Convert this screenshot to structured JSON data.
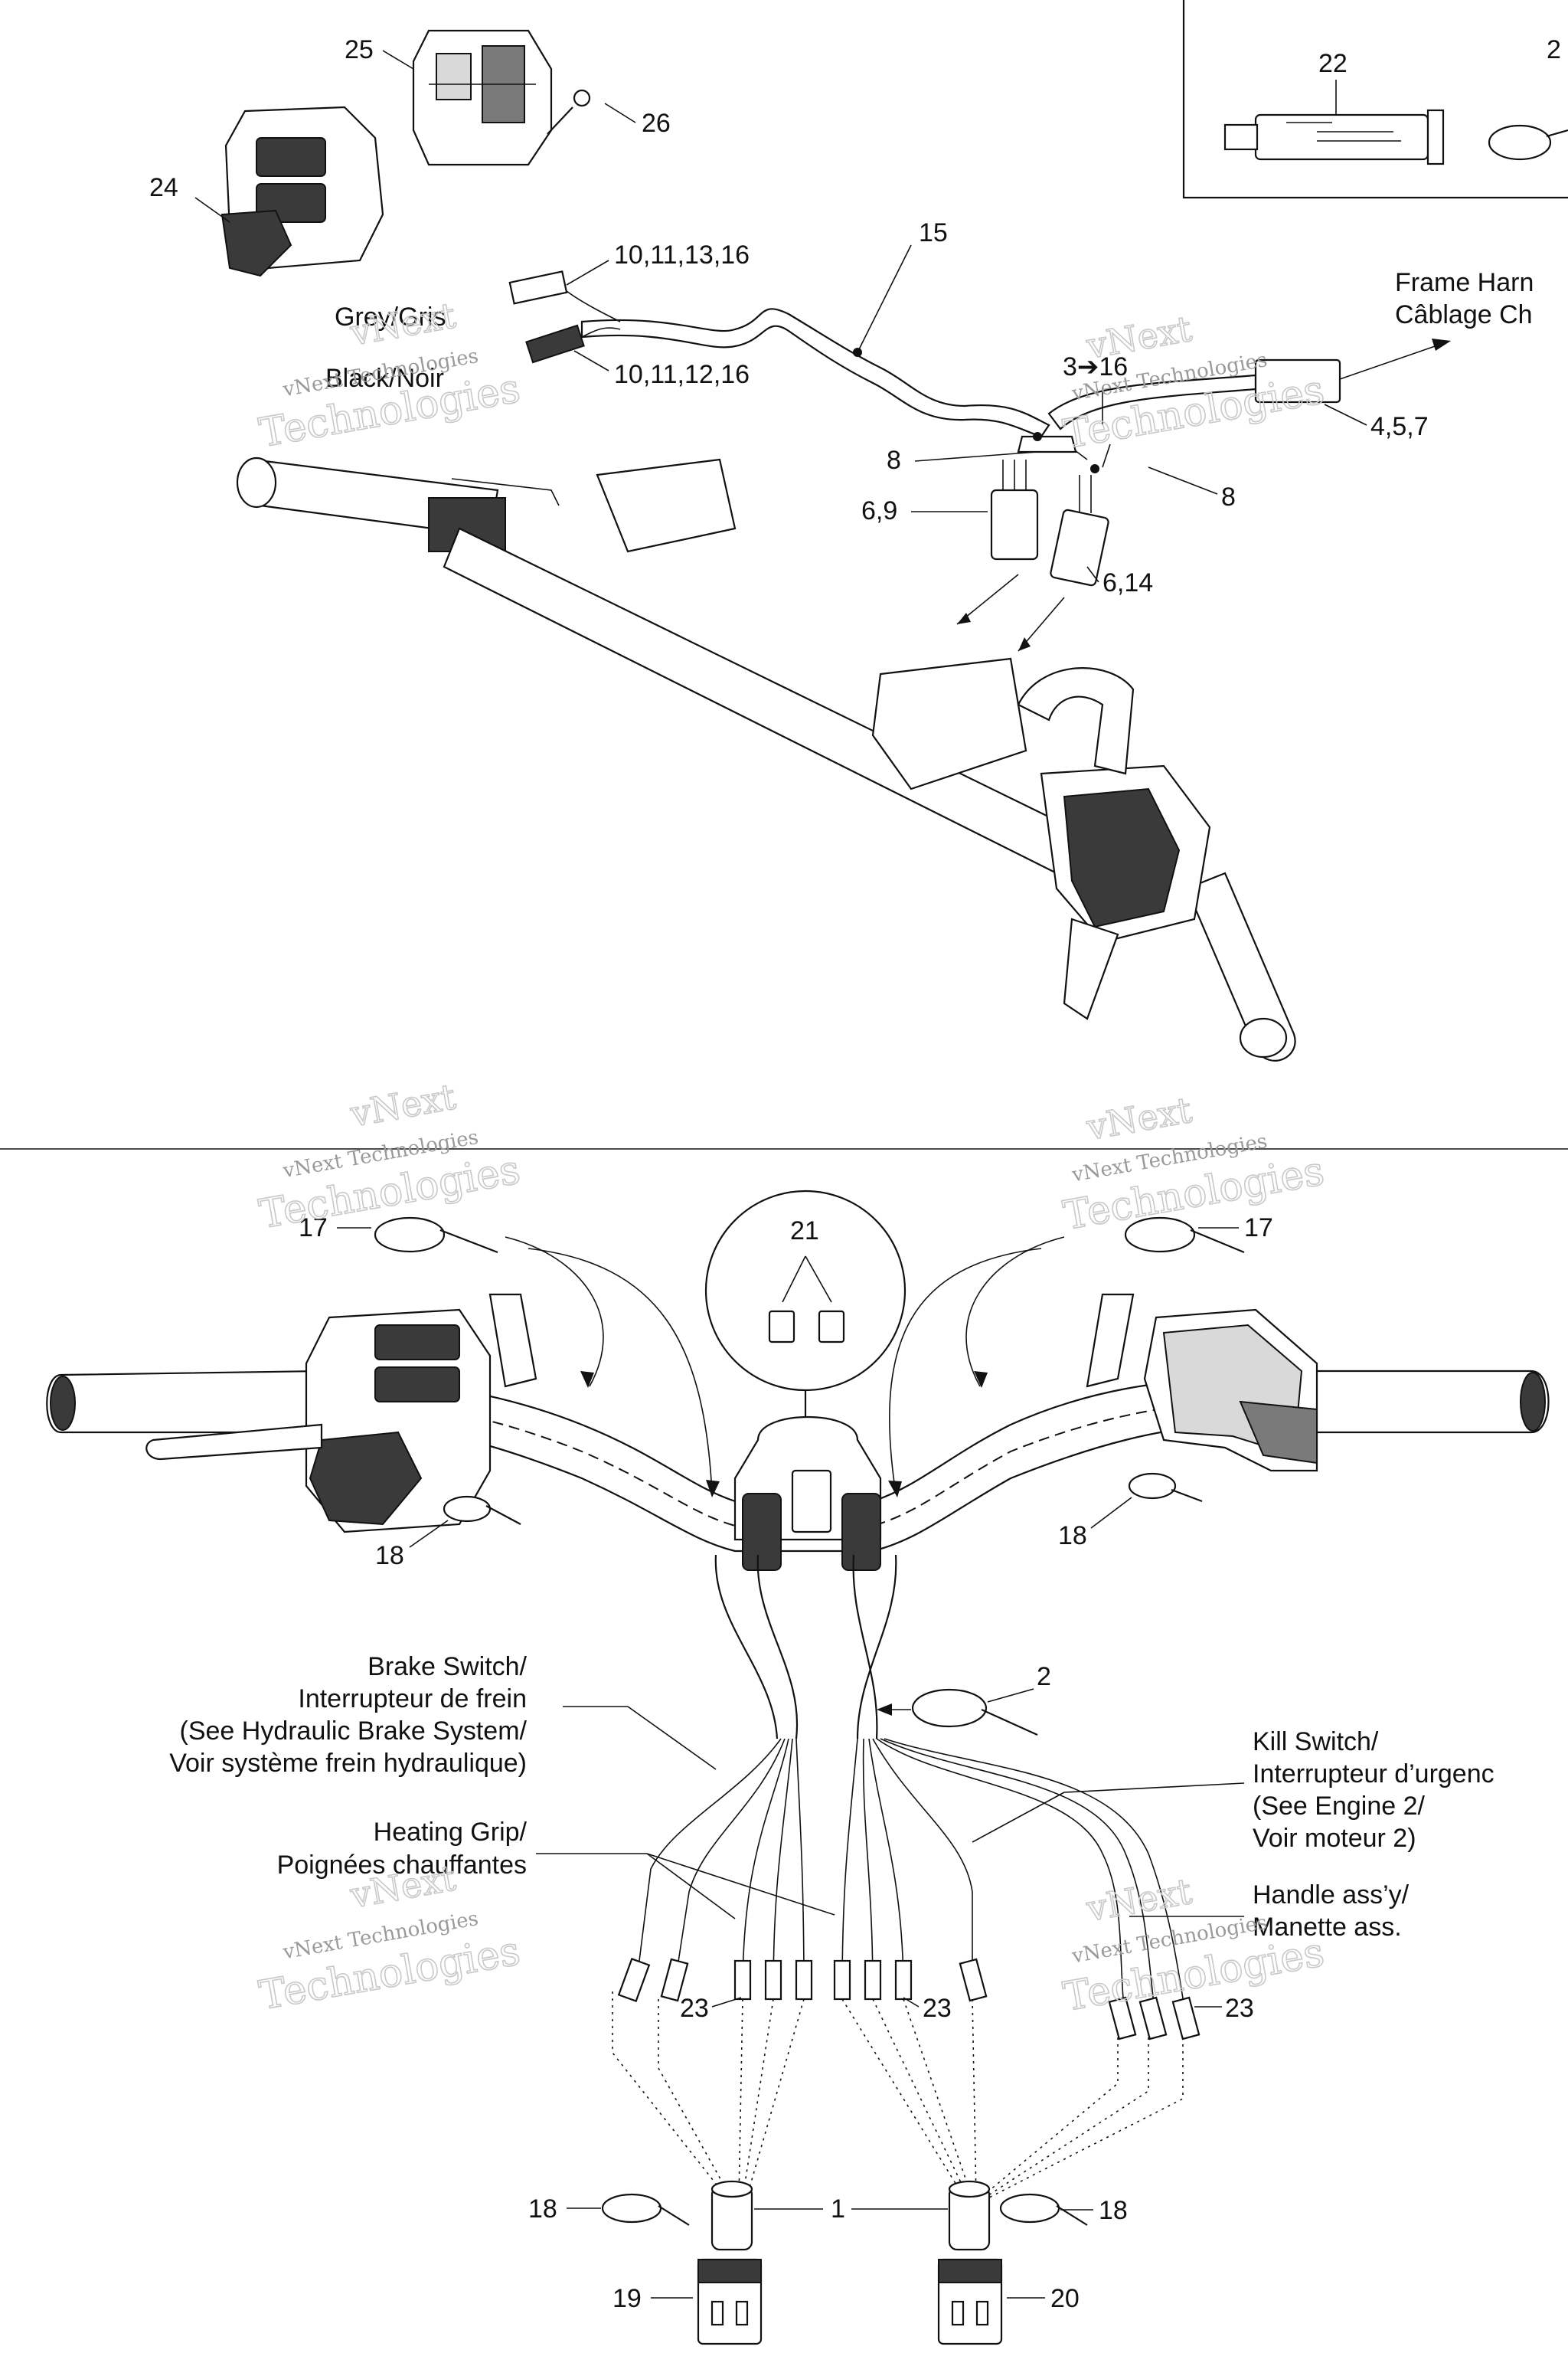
{
  "callouts": {
    "c1": "1",
    "c2": "2",
    "c2_corner": "2",
    "c15": "15",
    "c17_left": "17",
    "c17_right": "17",
    "c18_left": "18",
    "c18_right": "18",
    "c18_bottom_left": "18",
    "c18_bottom_right": "18",
    "c19": "19",
    "c20": "20",
    "c21": "21",
    "c22": "22",
    "c23_a": "23",
    "c23_b": "23",
    "c23_c": "23",
    "c24": "24",
    "c25": "25",
    "c26": "26",
    "c8_left": "8",
    "c8_right": "8",
    "c69": "6,9",
    "c614": "6,14",
    "c457": "4,5,7",
    "c3to16": "3➔16",
    "c10_11_13_16": "10,11,13,16",
    "c10_11_12_16": "10,11,12,16"
  },
  "labels": {
    "grey_gris": "Grey/Gris",
    "black_noir": "Black/Noir",
    "frame_harness_1": "Frame Harn",
    "frame_harness_2": "Câblage Ch",
    "brake_1": "Brake Switch/",
    "brake_2": "Interrupteur de frein",
    "brake_3": "(See Hydraulic Brake System/",
    "brake_4": "Voir système frein hydraulique)",
    "heating_1": "Heating Grip/",
    "heating_2": "Poignées chauffantes",
    "kill_1": "Kill Switch/",
    "kill_2": "Interrupteur d’urgenc",
    "kill_3": "(See Engine 2/",
    "kill_4": "Voir moteur 2)",
    "handle_1": "Handle ass’y/",
    "handle_2": "Manette ass."
  },
  "watermarks": {
    "brand_small": "vNext Technologies",
    "brand_top": "vNext",
    "brand_bottom": "Technologies"
  }
}
